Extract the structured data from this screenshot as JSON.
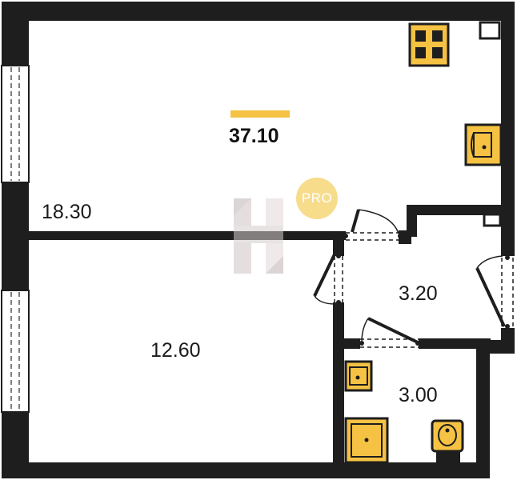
{
  "plan": {
    "total_area": "37.10",
    "rooms": [
      {
        "name": "room-large",
        "area": "18.30"
      },
      {
        "name": "room-small",
        "area": "12.60"
      },
      {
        "name": "hallway",
        "area": "3.20"
      },
      {
        "name": "bathroom",
        "area": "3.00"
      }
    ],
    "badge": "PRO"
  },
  "colors": {
    "wall": "#1e1e1e",
    "accent": "#f5c243",
    "fixture_fill": "#f5c243",
    "badge": "#f7dc8c",
    "watermark": "#d8cfcf"
  },
  "icons": [
    "stove-icon",
    "kitchen-sink-icon",
    "bathroom-sink-icon",
    "shower-tray-icon",
    "toilet-icon",
    "logo-watermark-icon"
  ]
}
